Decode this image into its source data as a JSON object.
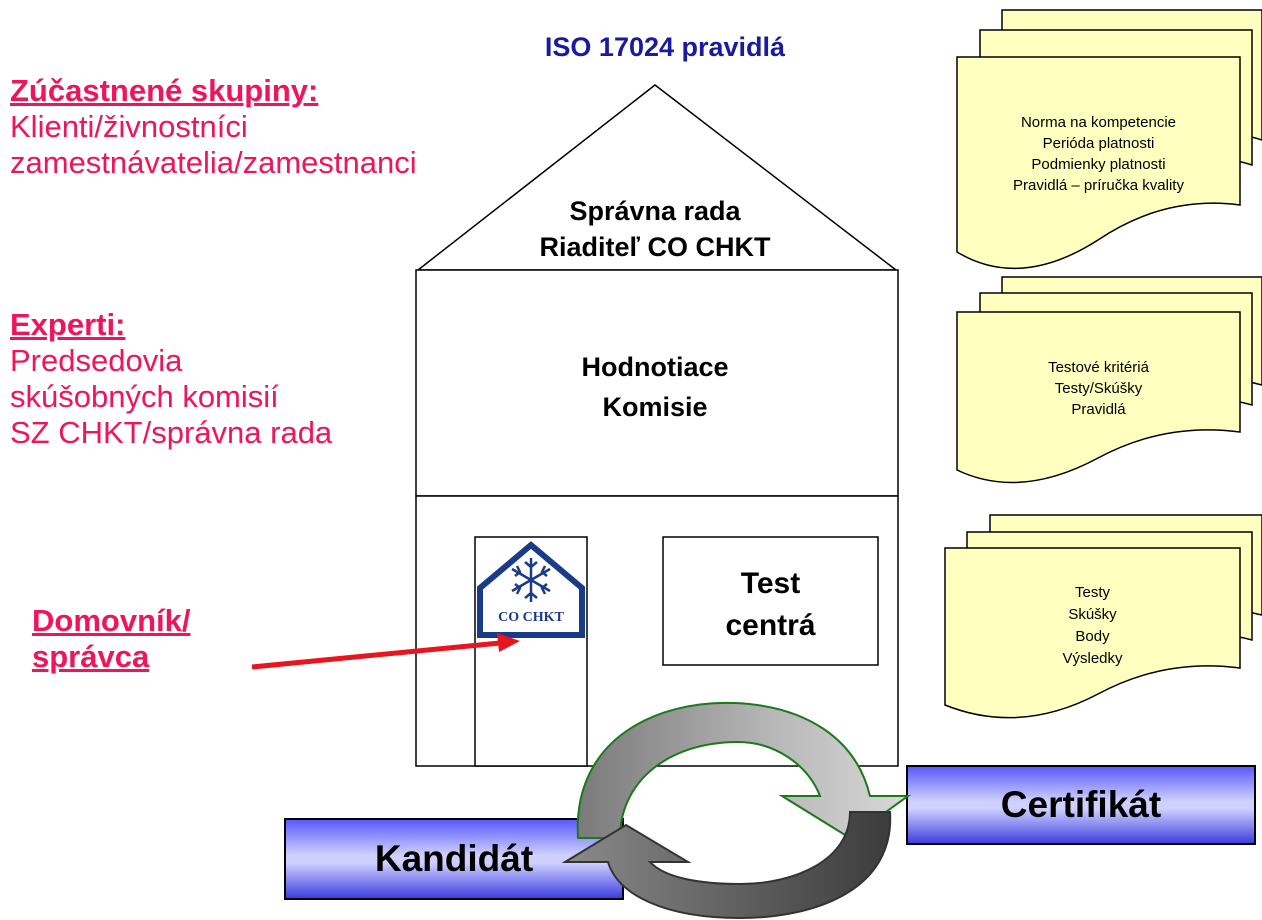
{
  "title": "ISO 17024 pravidlá",
  "stakeholders": {
    "heading": "Zúčastnené skupiny:",
    "lines": [
      "Klienti/živnostníci",
      "zamestnávatelia/zamestnanci"
    ]
  },
  "experts": {
    "heading": "Experti:",
    "lines": [
      "Predsedovia",
      "skúšobných komisií",
      "SZ CHKT/správna rada"
    ]
  },
  "caretaker": {
    "heading_line1": "Domovník/",
    "heading_line2": "správca"
  },
  "house": {
    "roof_line1": "Správna rada",
    "roof_line2": "Riaditeľ CO CHKT",
    "middle_line1": "Hodnotiace",
    "middle_line2": "Komisie",
    "logo_text": "CO CHKT",
    "test_line1": "Test",
    "test_line2": "centrá"
  },
  "documents": [
    {
      "lines": [
        "Norma na kompetencie",
        "Perióda platnosti",
        "Podmienky platnosti",
        "Pravidlá – príručka kvality"
      ]
    },
    {
      "lines": [
        "Testové kritériá",
        "Testy/Skúšky",
        "Pravidlá"
      ]
    },
    {
      "lines": [
        "Testy",
        "Skúšky",
        "Body",
        "Výsledky"
      ]
    }
  ],
  "candidate_label": "Kandidát",
  "certificate_label": "Certifikát",
  "colors": {
    "accent_pink": "#f0145a",
    "title_blue": "#1a1aa0",
    "document_fill": "#ffffc0",
    "arrow_red": "#e8141e",
    "bar_blue": "#4848f0",
    "logo_blue": "#1a3a8a"
  }
}
